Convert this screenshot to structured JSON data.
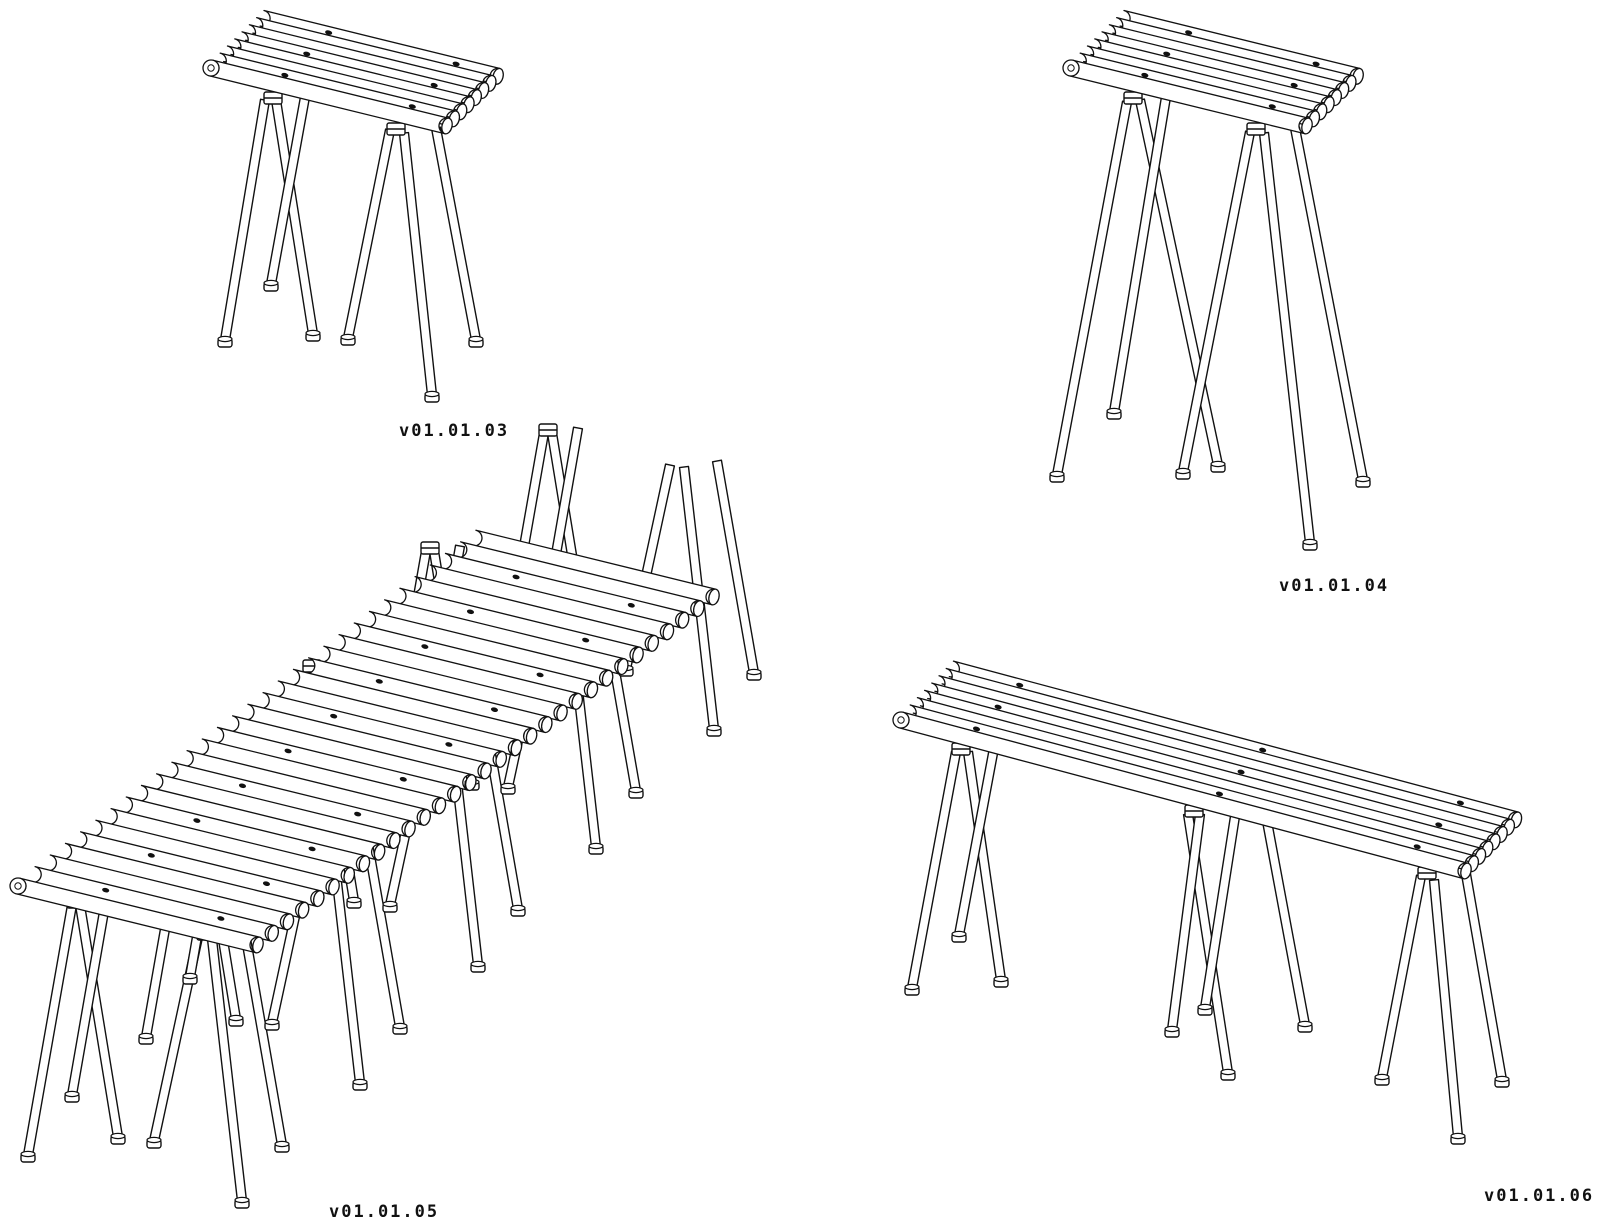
{
  "colors": {
    "stroke": "#111111",
    "fill": "#ffffff",
    "background": "#ffffff"
  },
  "variants": [
    {
      "id": "v03",
      "label": "v01.01.03",
      "slats": 8,
      "frames": 2
    },
    {
      "id": "v04",
      "label": "v01.01.04",
      "slats": 8,
      "frames": 2
    },
    {
      "id": "v05",
      "label": "v01.01.05",
      "slats": 31,
      "frames": 5
    },
    {
      "id": "v06",
      "label": "v01.01.06",
      "slats": 8,
      "frames": 3
    }
  ]
}
